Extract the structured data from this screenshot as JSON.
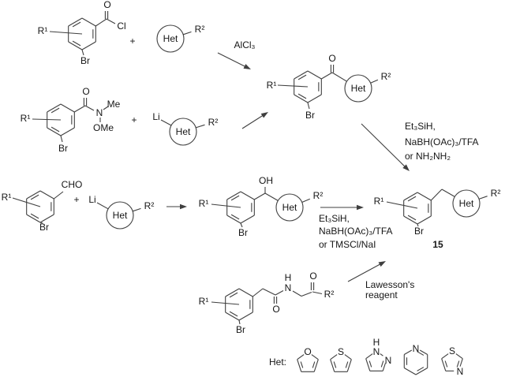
{
  "atoms": {
    "r1": "R¹",
    "r2": "R²",
    "het": "Het",
    "plus": "+",
    "br": "Br",
    "o": "O",
    "cl": "Cl",
    "li": "Li",
    "me": "Me",
    "ome": "OMe",
    "cho": "CHO",
    "oh": "OH",
    "n": "N",
    "h": "H",
    "s": "S"
  },
  "reagents": {
    "alcl3": "AlCl₃",
    "ketone_reduction": [
      "Et₃SiH,",
      "NaBH(OAc)₃/TFA",
      "or NH₂NH₂"
    ],
    "alcohol_reduction": [
      "Et₃SiH,",
      "NaBH(OAc)₃/TFA",
      "or TMSCl/NaI"
    ],
    "lawessons": [
      "Lawesson's",
      "reagent"
    ]
  },
  "labels": {
    "product_number": "15",
    "het_key": "Het:"
  },
  "het_key_rings": [
    "furan-ring-icon",
    "thiophene-ring-icon",
    "pyrazole-ring-icon",
    "pyridine-ring-icon",
    "thiazole-ring-icon"
  ],
  "colors": {
    "ink": "#161616",
    "line": "#3f3f3f",
    "background": "#ffffff"
  }
}
